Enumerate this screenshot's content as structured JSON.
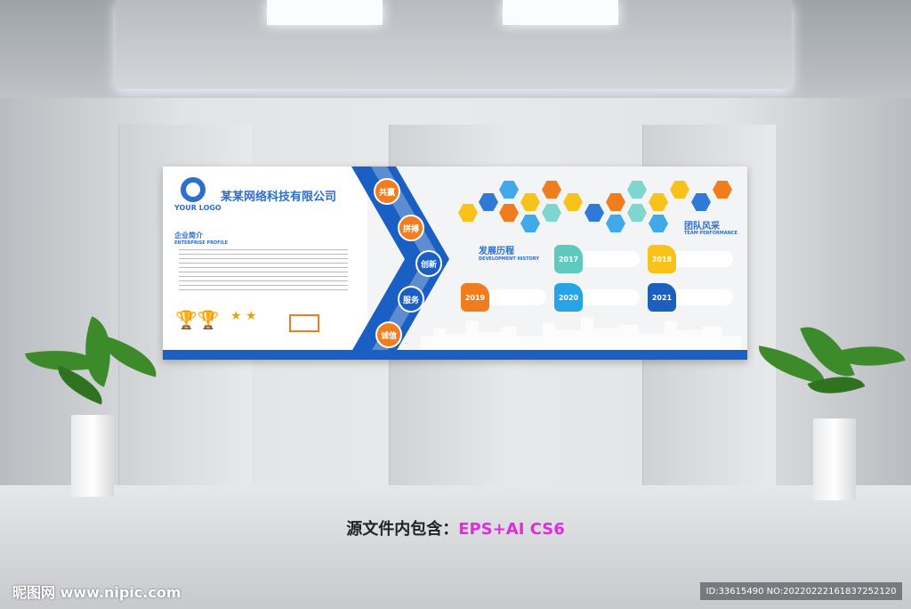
{
  "board": {
    "logo_text": "YOUR LOGO",
    "company_name": "某某网络科技有限公司",
    "profile": {
      "title_cn": "企业简介",
      "title_en": "ENTERPRISE PROFILE"
    },
    "values": [
      "共赢",
      "拼搏",
      "创新",
      "服务",
      "诚信"
    ],
    "history": {
      "title_cn": "发展历程",
      "title_en": "DEVELOPMENT HISTORY",
      "years": [
        {
          "year": "2017",
          "color": "#5fc9bd"
        },
        {
          "year": "2018",
          "color": "#f8c21b"
        },
        {
          "year": "2019",
          "color": "#ef7d1b"
        },
        {
          "year": "2020",
          "color": "#27a3e8"
        },
        {
          "year": "2021",
          "color": "#1b5fbf"
        }
      ]
    },
    "team": {
      "title_cn": "团队风采",
      "title_en": "TEAM PERFORMANCE"
    },
    "colors": {
      "primary": "#1a5fc4",
      "accent": "#f07d1e"
    }
  },
  "caption": {
    "prefix": "源文件内包含：",
    "formats": "EPS+AI CS6"
  },
  "watermark": "昵图网 www.nipic.com",
  "image_id": "ID:33615490 NO:20220222161837252120"
}
